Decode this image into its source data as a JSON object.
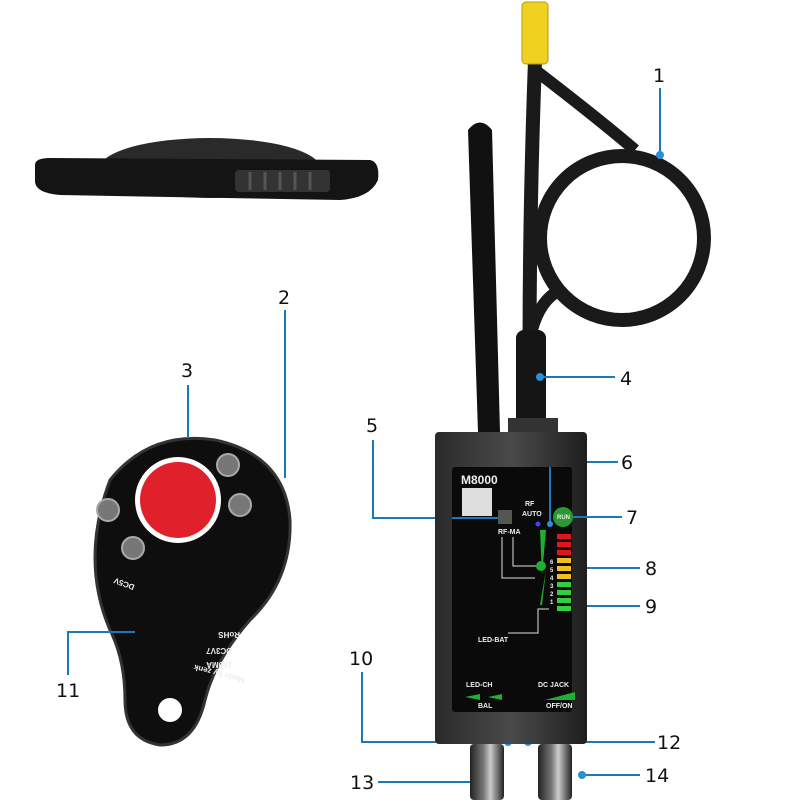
{
  "callouts": [
    "1",
    "2",
    "3",
    "4",
    "5",
    "6",
    "7",
    "8",
    "9",
    "10",
    "11",
    "12",
    "13",
    "14"
  ],
  "device": {
    "model": "M8000",
    "rf": "RF",
    "auto": "AUTO",
    "run": "RUN",
    "rf_ma": "RF-MA",
    "scale": [
      "1",
      "2",
      "3",
      "4",
      "5",
      "6"
    ],
    "led_bat": "LED-BAT",
    "led_ch": "LED-CH",
    "bal": "BAL",
    "dc_jack": "DC JACK",
    "off_on": "OFF/ON"
  },
  "lens_finder": {
    "labels": [
      "DC5V",
      "RoHS",
      "DC3V7",
      "150MA",
      "Made by zenk"
    ]
  },
  "colors": {
    "leader": "#1a7ab8",
    "lens_red": "#e0202a",
    "led_red": "#e0141c",
    "led_yellow": "#f0c020",
    "led_green": "#30d040",
    "antenna_tip": "#f0d020"
  }
}
